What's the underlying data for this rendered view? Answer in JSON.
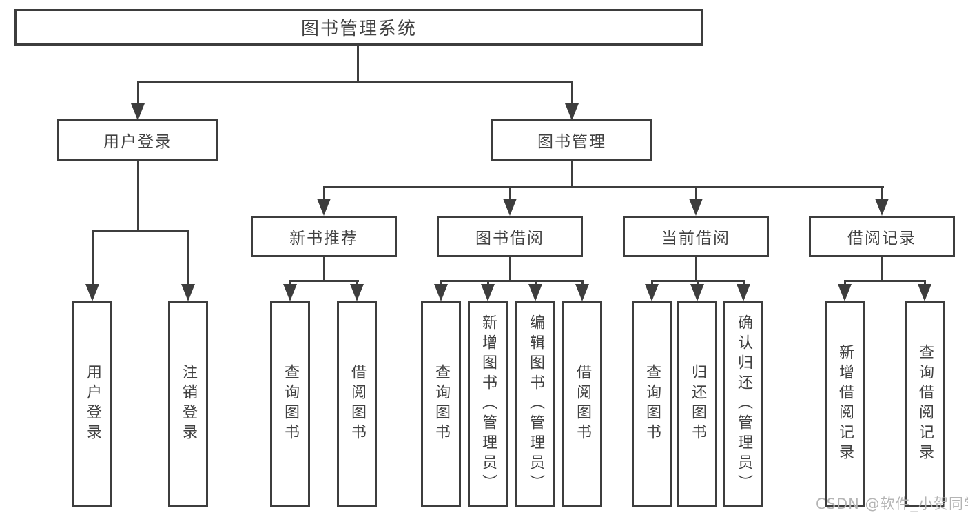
{
  "colors": {
    "line": "#3d3d3d",
    "text": "#414141",
    "watermark_color": "#b4b4b4",
    "background": "#ffffff"
  },
  "watermark": "CSDN @软件_小贺同学",
  "tree": {
    "label": "图书管理系统",
    "children": [
      {
        "label": "用户登录",
        "children": [
          {
            "label": "用户登录"
          },
          {
            "label": "注销登录"
          }
        ]
      },
      {
        "label": "图书管理",
        "children": [
          {
            "label": "新书推荐",
            "children": [
              {
                "label": "查询图书"
              },
              {
                "label": "借阅图书"
              }
            ]
          },
          {
            "label": "图书借阅",
            "children": [
              {
                "label": "查询图书"
              },
              {
                "label": "新增图书（管理员）"
              },
              {
                "label": "编辑图书（管理员）"
              },
              {
                "label": "借阅图书"
              }
            ]
          },
          {
            "label": "当前借阅",
            "children": [
              {
                "label": "查询图书"
              },
              {
                "label": "归还图书"
              },
              {
                "label": "确认归还（管理员）"
              }
            ]
          },
          {
            "label": "借阅记录",
            "children": [
              {
                "label": "新增借阅记录"
              },
              {
                "label": "查询借阅记录"
              }
            ]
          }
        ]
      }
    ]
  }
}
